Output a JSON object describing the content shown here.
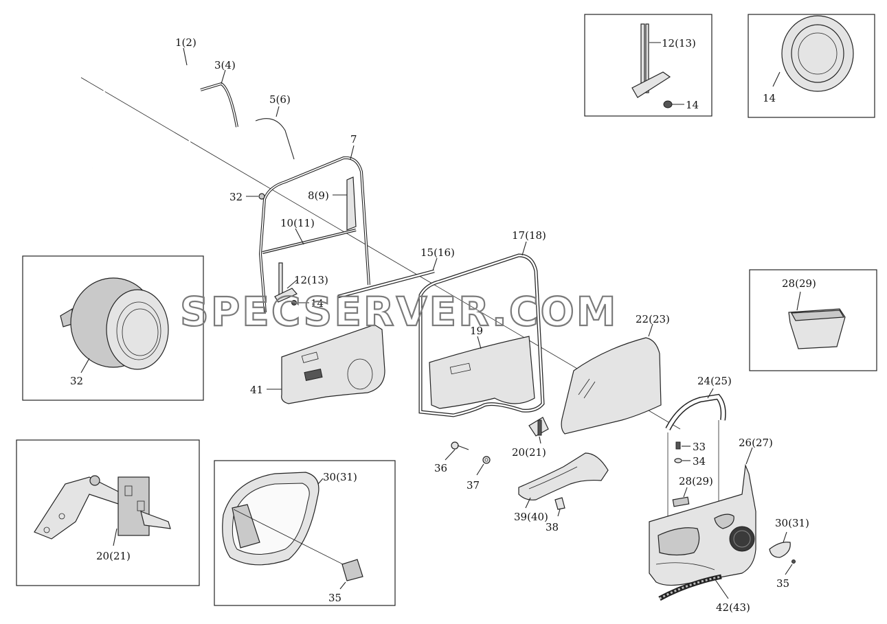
{
  "diagram": {
    "watermark": "SPECSERVER.COM",
    "callouts": [
      {
        "id": "c1",
        "text": "1(2)"
      },
      {
        "id": "c2",
        "text": "3(4)"
      },
      {
        "id": "c3",
        "text": "5(6)"
      },
      {
        "id": "c4",
        "text": "7"
      },
      {
        "id": "c5",
        "text": "32"
      },
      {
        "id": "c6",
        "text": "8(9)"
      },
      {
        "id": "c7",
        "text": "10(11)"
      },
      {
        "id": "c8",
        "text": "12(13)"
      },
      {
        "id": "c9",
        "text": "14"
      },
      {
        "id": "c10",
        "text": "15(16)"
      },
      {
        "id": "c11",
        "text": "17(18)"
      },
      {
        "id": "c12",
        "text": "19"
      },
      {
        "id": "c13",
        "text": "41"
      },
      {
        "id": "c14",
        "text": "22(23)"
      },
      {
        "id": "c15",
        "text": "20(21)"
      },
      {
        "id": "c16",
        "text": "24(25)"
      },
      {
        "id": "c17",
        "text": "33"
      },
      {
        "id": "c18",
        "text": "34"
      },
      {
        "id": "c19",
        "text": "26(27)"
      },
      {
        "id": "c20",
        "text": "28(29)"
      },
      {
        "id": "c21",
        "text": "36"
      },
      {
        "id": "c22",
        "text": "37"
      },
      {
        "id": "c23",
        "text": "39(40)"
      },
      {
        "id": "c24",
        "text": "38"
      },
      {
        "id": "c25",
        "text": "30(31)"
      },
      {
        "id": "c26",
        "text": "35"
      },
      {
        "id": "c27",
        "text": "42(43)"
      }
    ],
    "insets": [
      {
        "id": "i1",
        "label": "12(13)",
        "label2": "14"
      },
      {
        "id": "i2",
        "label": "14"
      },
      {
        "id": "i3",
        "label": "32"
      },
      {
        "id": "i4",
        "label": "28(29)"
      },
      {
        "id": "i5",
        "label": "20(21)"
      },
      {
        "id": "i6",
        "label": "30(31)",
        "label2": "35"
      }
    ]
  }
}
